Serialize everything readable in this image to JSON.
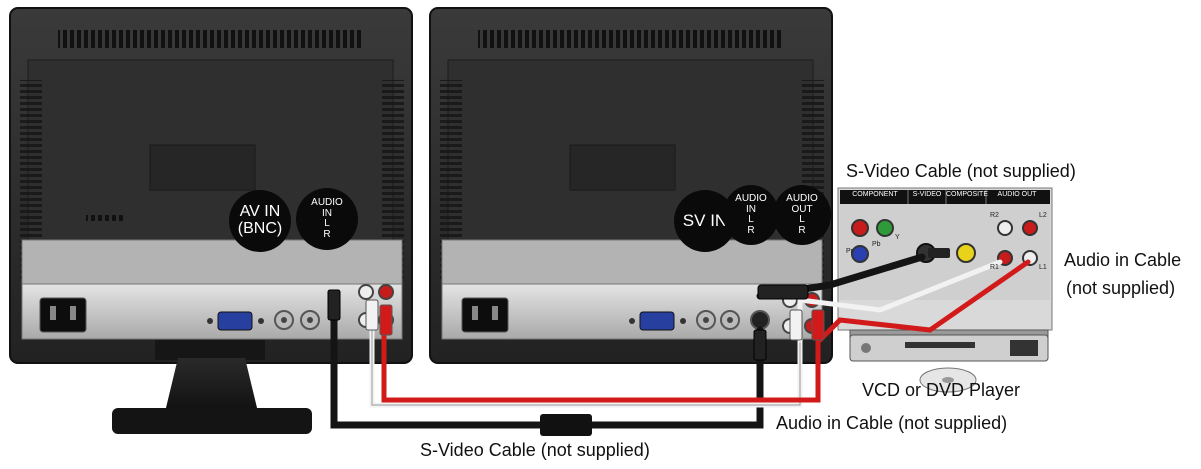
{
  "labels": {
    "svideo_top": "S-Video Cable (not supplied)",
    "audio_in_right_line1": "Audio in Cable",
    "audio_in_right_line2": "(not supplied)",
    "player": "VCD or DVD Player",
    "audio_in_bottom": "Audio in Cable (not supplied)",
    "svideo_bottom": "S-Video Cable (not supplied)"
  },
  "badges": {
    "av_in": [
      "AV IN",
      "(BNC)"
    ],
    "audio_in_left": [
      "AUDIO",
      "IN",
      "L",
      "R"
    ],
    "sv_in": "SV IN",
    "audio_in_right": [
      "AUDIO",
      "IN",
      "L",
      "R"
    ],
    "audio_out": [
      "AUDIO",
      "OUT",
      "L",
      "R"
    ]
  },
  "player_panel": {
    "sections": [
      "COMPONENT",
      "S-VIDEO",
      "COMPOSITE",
      "AUDIO OUT"
    ],
    "jacks": [
      "Pb",
      "Y",
      "Pr",
      "R2",
      "L2",
      "R1",
      "L1"
    ]
  },
  "colors": {
    "monitor_body": "#2c2c2c",
    "panel_silver": "#c9c9c9",
    "cable_red": "#d21a1a",
    "cable_white": "#f2f2f2",
    "cable_black": "#141414",
    "jack_yellow": "#e8d21a",
    "jack_green": "#2f9a3a",
    "jack_blue": "#2a3fb0",
    "jack_red": "#c81c1c"
  }
}
